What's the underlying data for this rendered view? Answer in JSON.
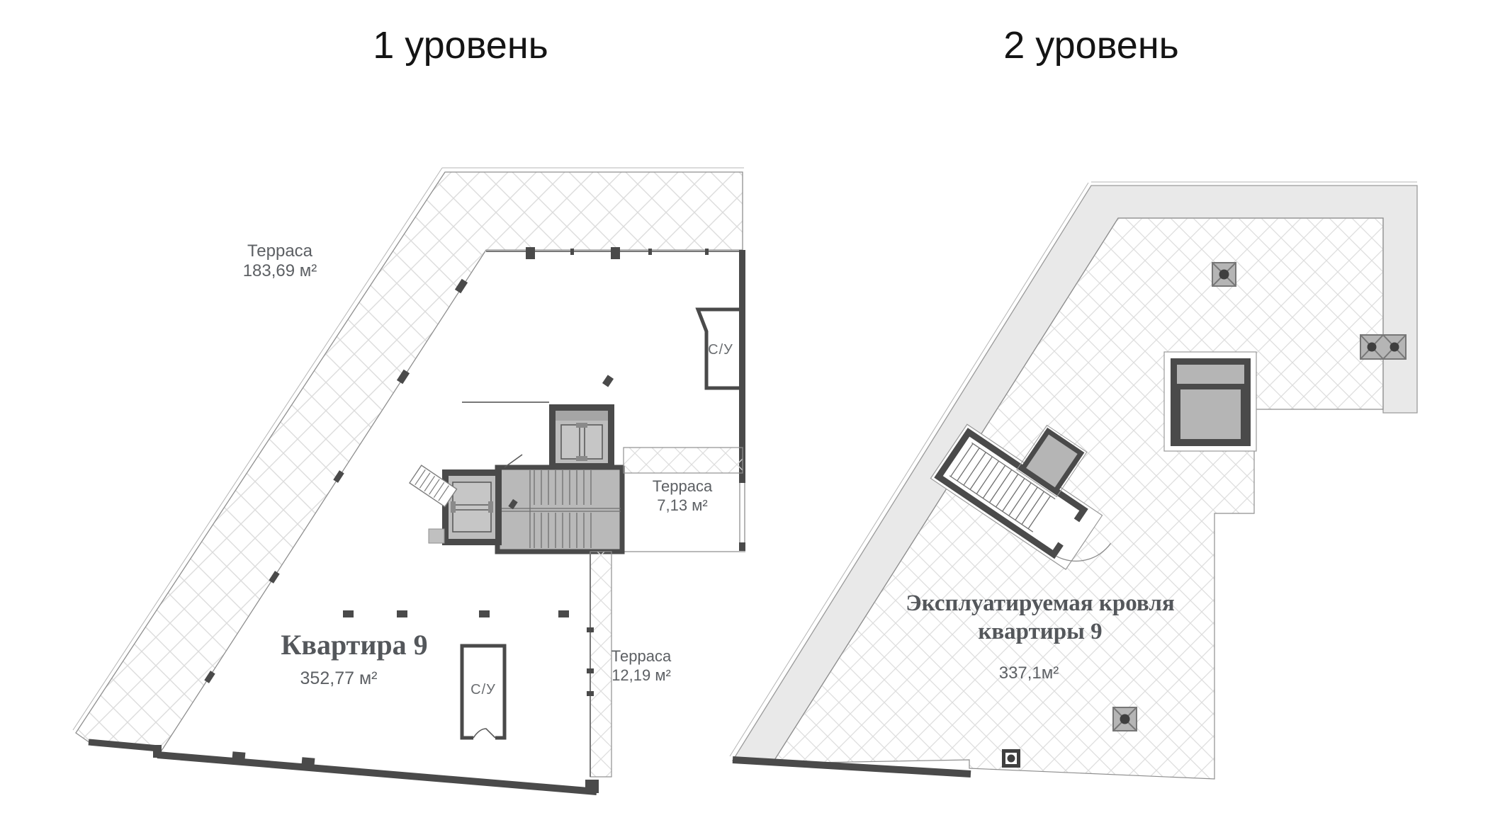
{
  "titles": {
    "level1": "1 уровень",
    "level2": "2 уровень"
  },
  "level1": {
    "terrace_top": {
      "label": "Терраса",
      "area": "183,69 м²"
    },
    "terrace_right": {
      "label": "Терраса",
      "area": "7,13 м²"
    },
    "terrace_bottom": {
      "label": "Терраса",
      "area": "12,19 м²"
    },
    "apartment": {
      "label": "Квартира 9",
      "area": "352,77 м²"
    },
    "bathroom_top": {
      "label": "С/У"
    },
    "bathroom_bottom": {
      "label": "С/У"
    }
  },
  "level2": {
    "roof_label_line1": "Эксплуатируемая кровля",
    "roof_label_line2": "квартиры 9",
    "roof_area": "337,1м²"
  },
  "colors": {
    "wall_dark": "#4a4a4a",
    "core_gray": "#b9b9b9",
    "roof_band_gray": "#e9e9e9",
    "hatch_line": "#dcdcdc",
    "outline": "#8f8f8f",
    "label_text": "#5d6064",
    "serif_text": "#54575b",
    "title_text": "#141414"
  }
}
